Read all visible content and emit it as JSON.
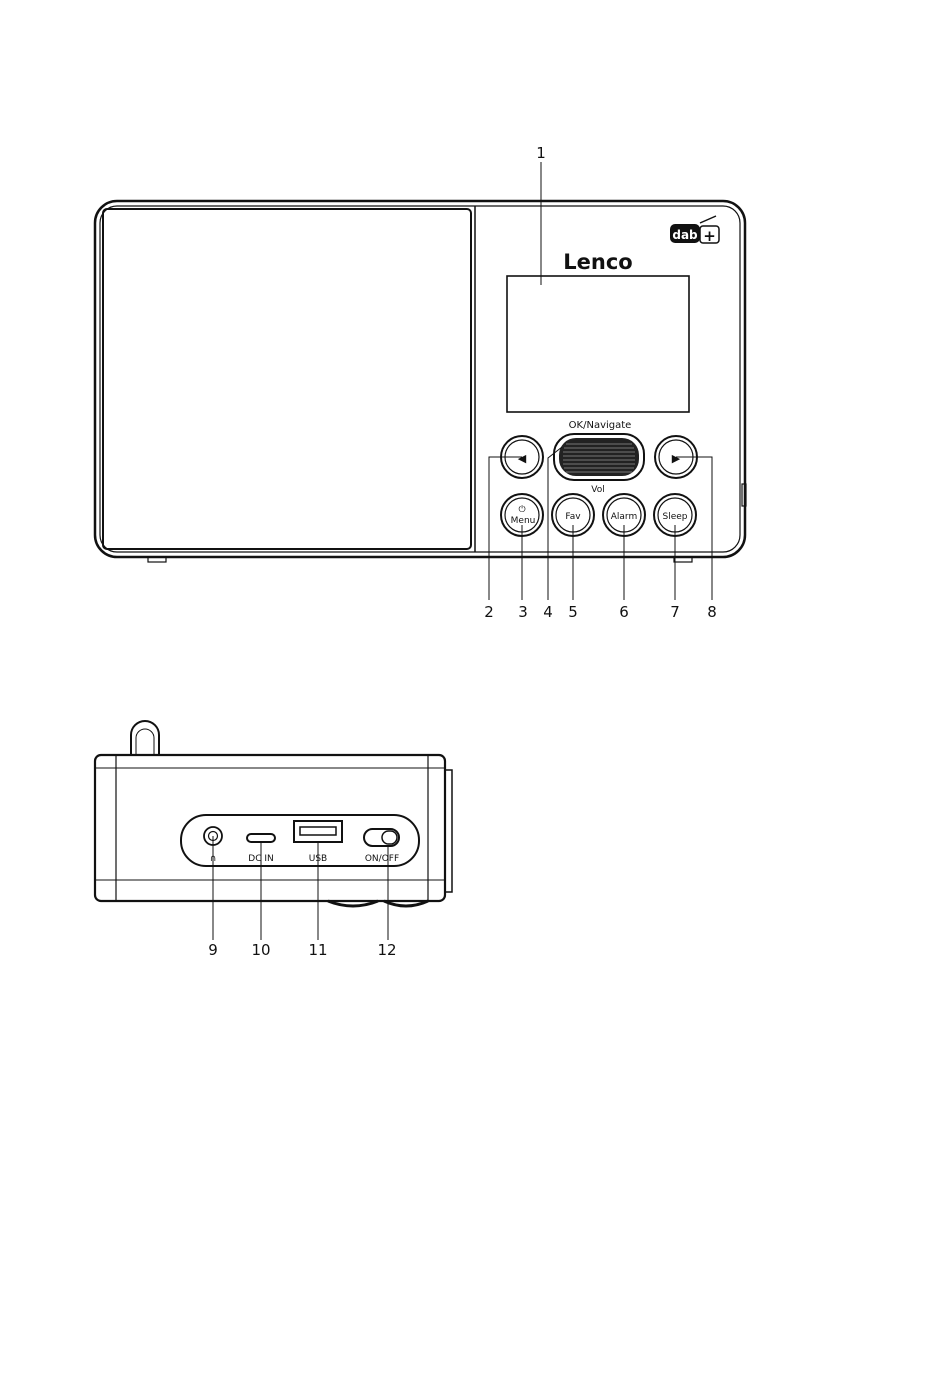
{
  "front_view": {
    "brand_logo": "Lenco",
    "dab_logo": "dab",
    "dab_plus": "+",
    "ok_navigate_label": "OK/Navigate",
    "vol_label": "Vol",
    "left_button_glyph": "◀",
    "right_button_glyph": "▶",
    "power_glyph": "⏻",
    "buttons": {
      "menu": "Menu",
      "fav": "Fav",
      "alarm": "Alarm",
      "sleep": "Sleep"
    },
    "callouts": [
      "1",
      "2",
      "3",
      "4",
      "5",
      "6",
      "7",
      "8"
    ]
  },
  "back_view": {
    "ports": {
      "headphone": "∩",
      "dc_in": "DC IN",
      "usb": "USB",
      "on_off": "ON/OFF"
    },
    "callouts": [
      "9",
      "10",
      "11",
      "12"
    ]
  },
  "colors": {
    "line": "#111111",
    "knob": "#222222"
  }
}
